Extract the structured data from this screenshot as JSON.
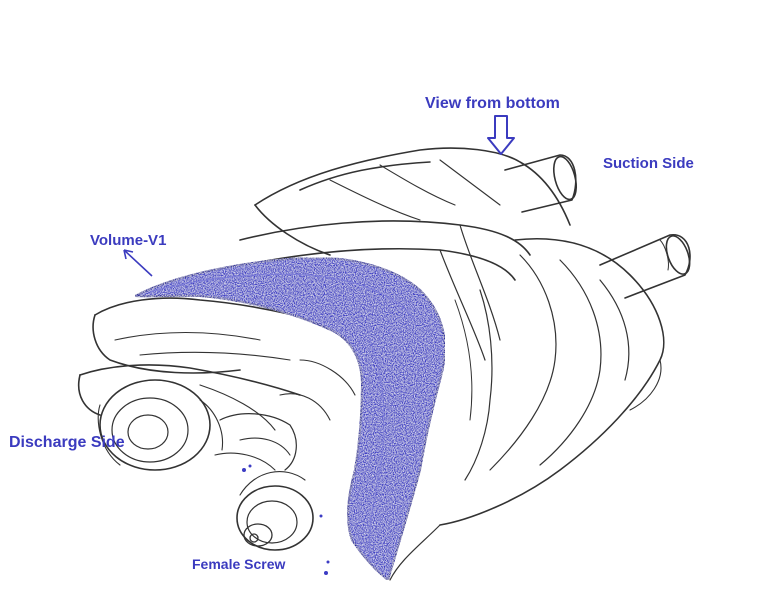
{
  "labels": {
    "view_from_bottom": "View from bottom",
    "suction_side": "Suction Side",
    "volume": "Volume-V1",
    "discharge_side": "Discharge Side",
    "female_screw": "Female Screw"
  },
  "colors": {
    "annotation": "#3b3bbf",
    "volume_fill": "#3c3cc4",
    "sketch_stroke": "#333333"
  },
  "icons": {
    "view_arrow": "down-arrow-outline-icon",
    "volume_pointer": "pointer-arrow-icon"
  }
}
